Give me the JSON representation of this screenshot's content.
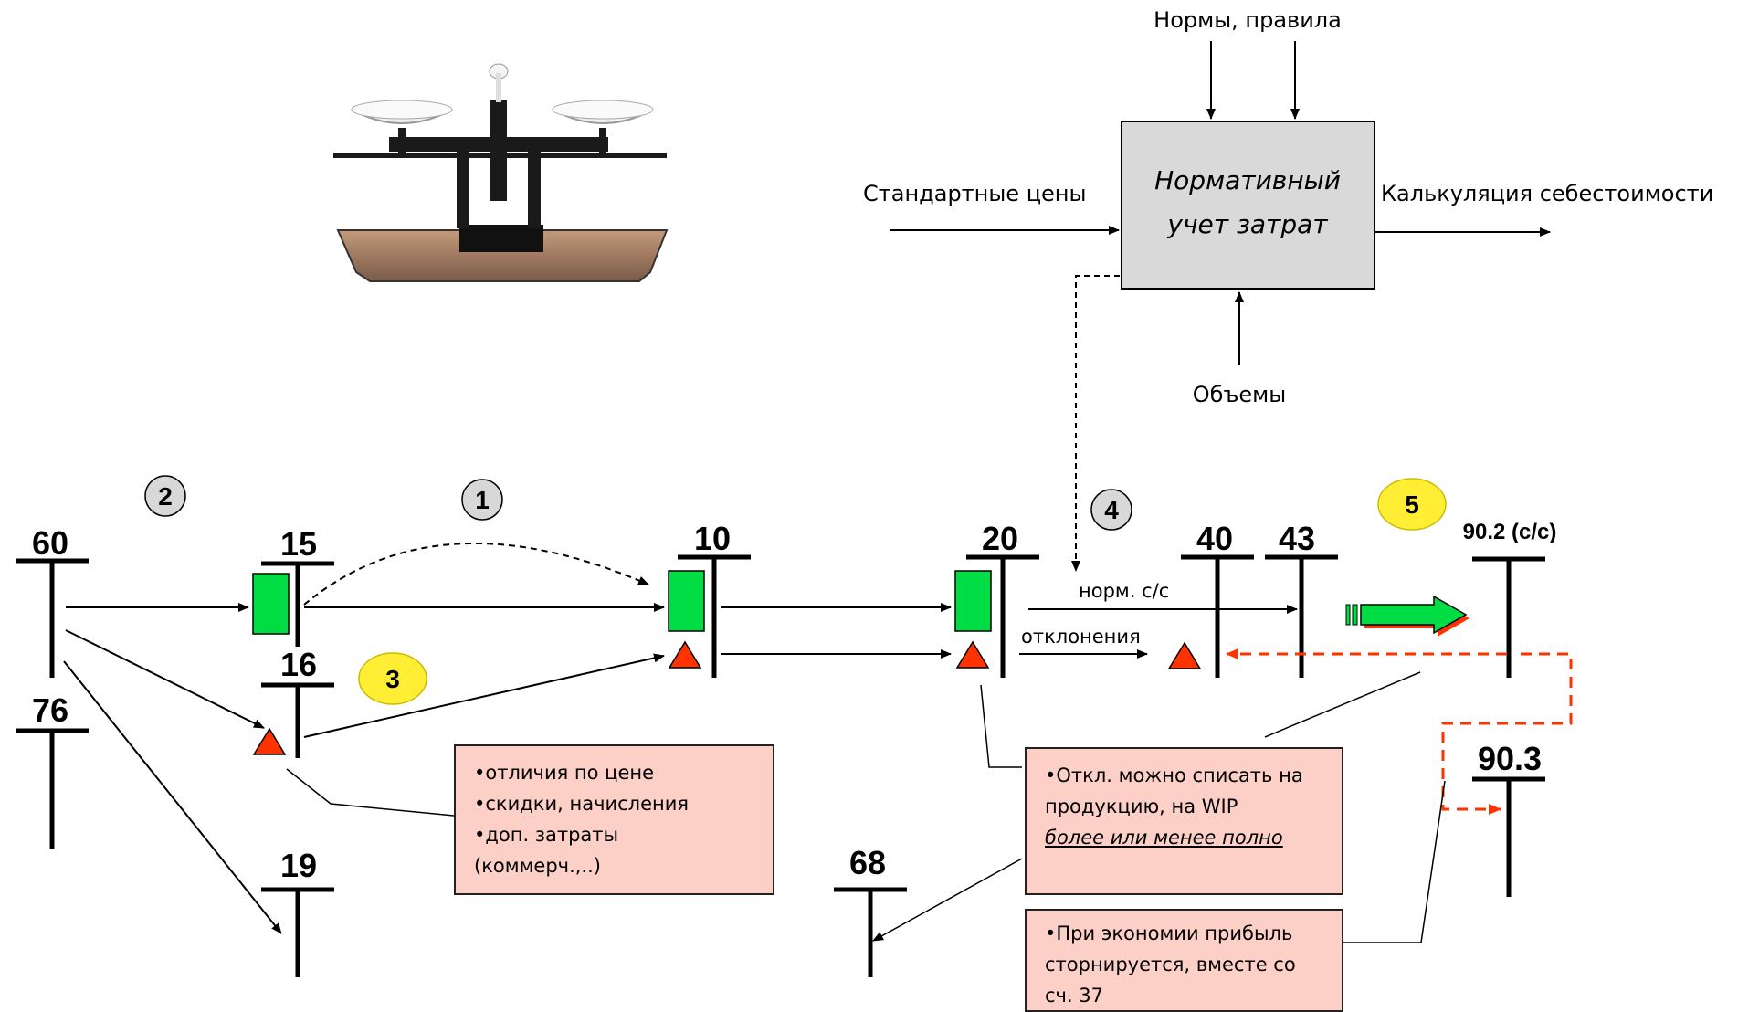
{
  "idef_block": {
    "title_line1": "Нормативный",
    "title_line2": "учет  затрат",
    "control_input": "Нормы, правила",
    "left_input": "Стандартные цены",
    "right_output": "Калькуляция себестоимости",
    "bottom_mechanism": "Объемы"
  },
  "accounts": {
    "a60": "60",
    "a76": "76",
    "a15": "15",
    "a16": "16",
    "a19": "19",
    "a10": "10",
    "a20": "20",
    "a40": "40",
    "a43": "43",
    "a68": "68",
    "a90_2": "90.2 (с/с)",
    "a90_3": "90.3"
  },
  "flow_labels": {
    "norm_cost": "норм. с/с",
    "deviations": "отклонения"
  },
  "step_markers": [
    "1",
    "2",
    "3",
    "4",
    "5"
  ],
  "notes": {
    "price_diff": {
      "lines": [
        "•отличия по цене",
        "•скидки, начисления",
        "•доп. затраты",
        "(коммерч.,..)"
      ]
    },
    "write_off": {
      "line1": "•Откл. можно списать на",
      "line2": "продукцию, на WIP",
      "line3": "более или менее полно"
    },
    "economy": {
      "lines": [
        "•При экономии прибыль",
        "сторнируется, вместе со",
        "сч. 37"
      ]
    }
  },
  "colors": {
    "standard_block": "#00dd44",
    "deviation_triangle": "#ff3300",
    "highlight_marker": "#ffee33",
    "neutral_marker": "#d8d8d8",
    "process_box": "#d9d9d9",
    "note_fill": "#fcd0c6",
    "dashed_red": "#ff3300"
  }
}
